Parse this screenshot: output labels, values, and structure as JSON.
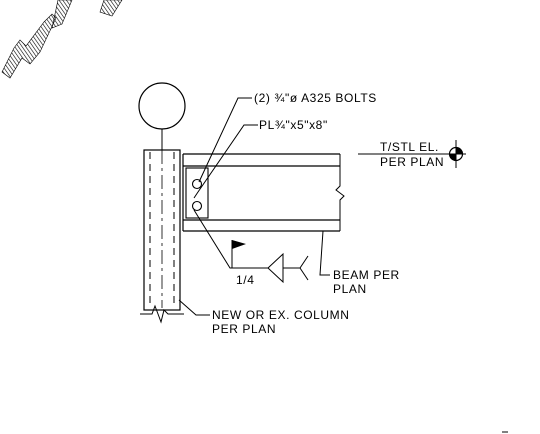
{
  "labels": {
    "bolts": "(2) ¾\"ø A325 BOLTS",
    "plate": "PL¾\"x5\"x8\"",
    "elevation_line1": "T/STL EL.",
    "elevation_line2": "PER PLAN",
    "weld_size": "1/4",
    "beam_line1": "BEAM PER",
    "beam_line2": "PLAN",
    "column_line1": "NEW OR EX. COLUMN",
    "column_line2": "PER PLAN"
  },
  "colors": {
    "ink": "#000000",
    "hatch": "#000000",
    "background": "#ffffff"
  }
}
